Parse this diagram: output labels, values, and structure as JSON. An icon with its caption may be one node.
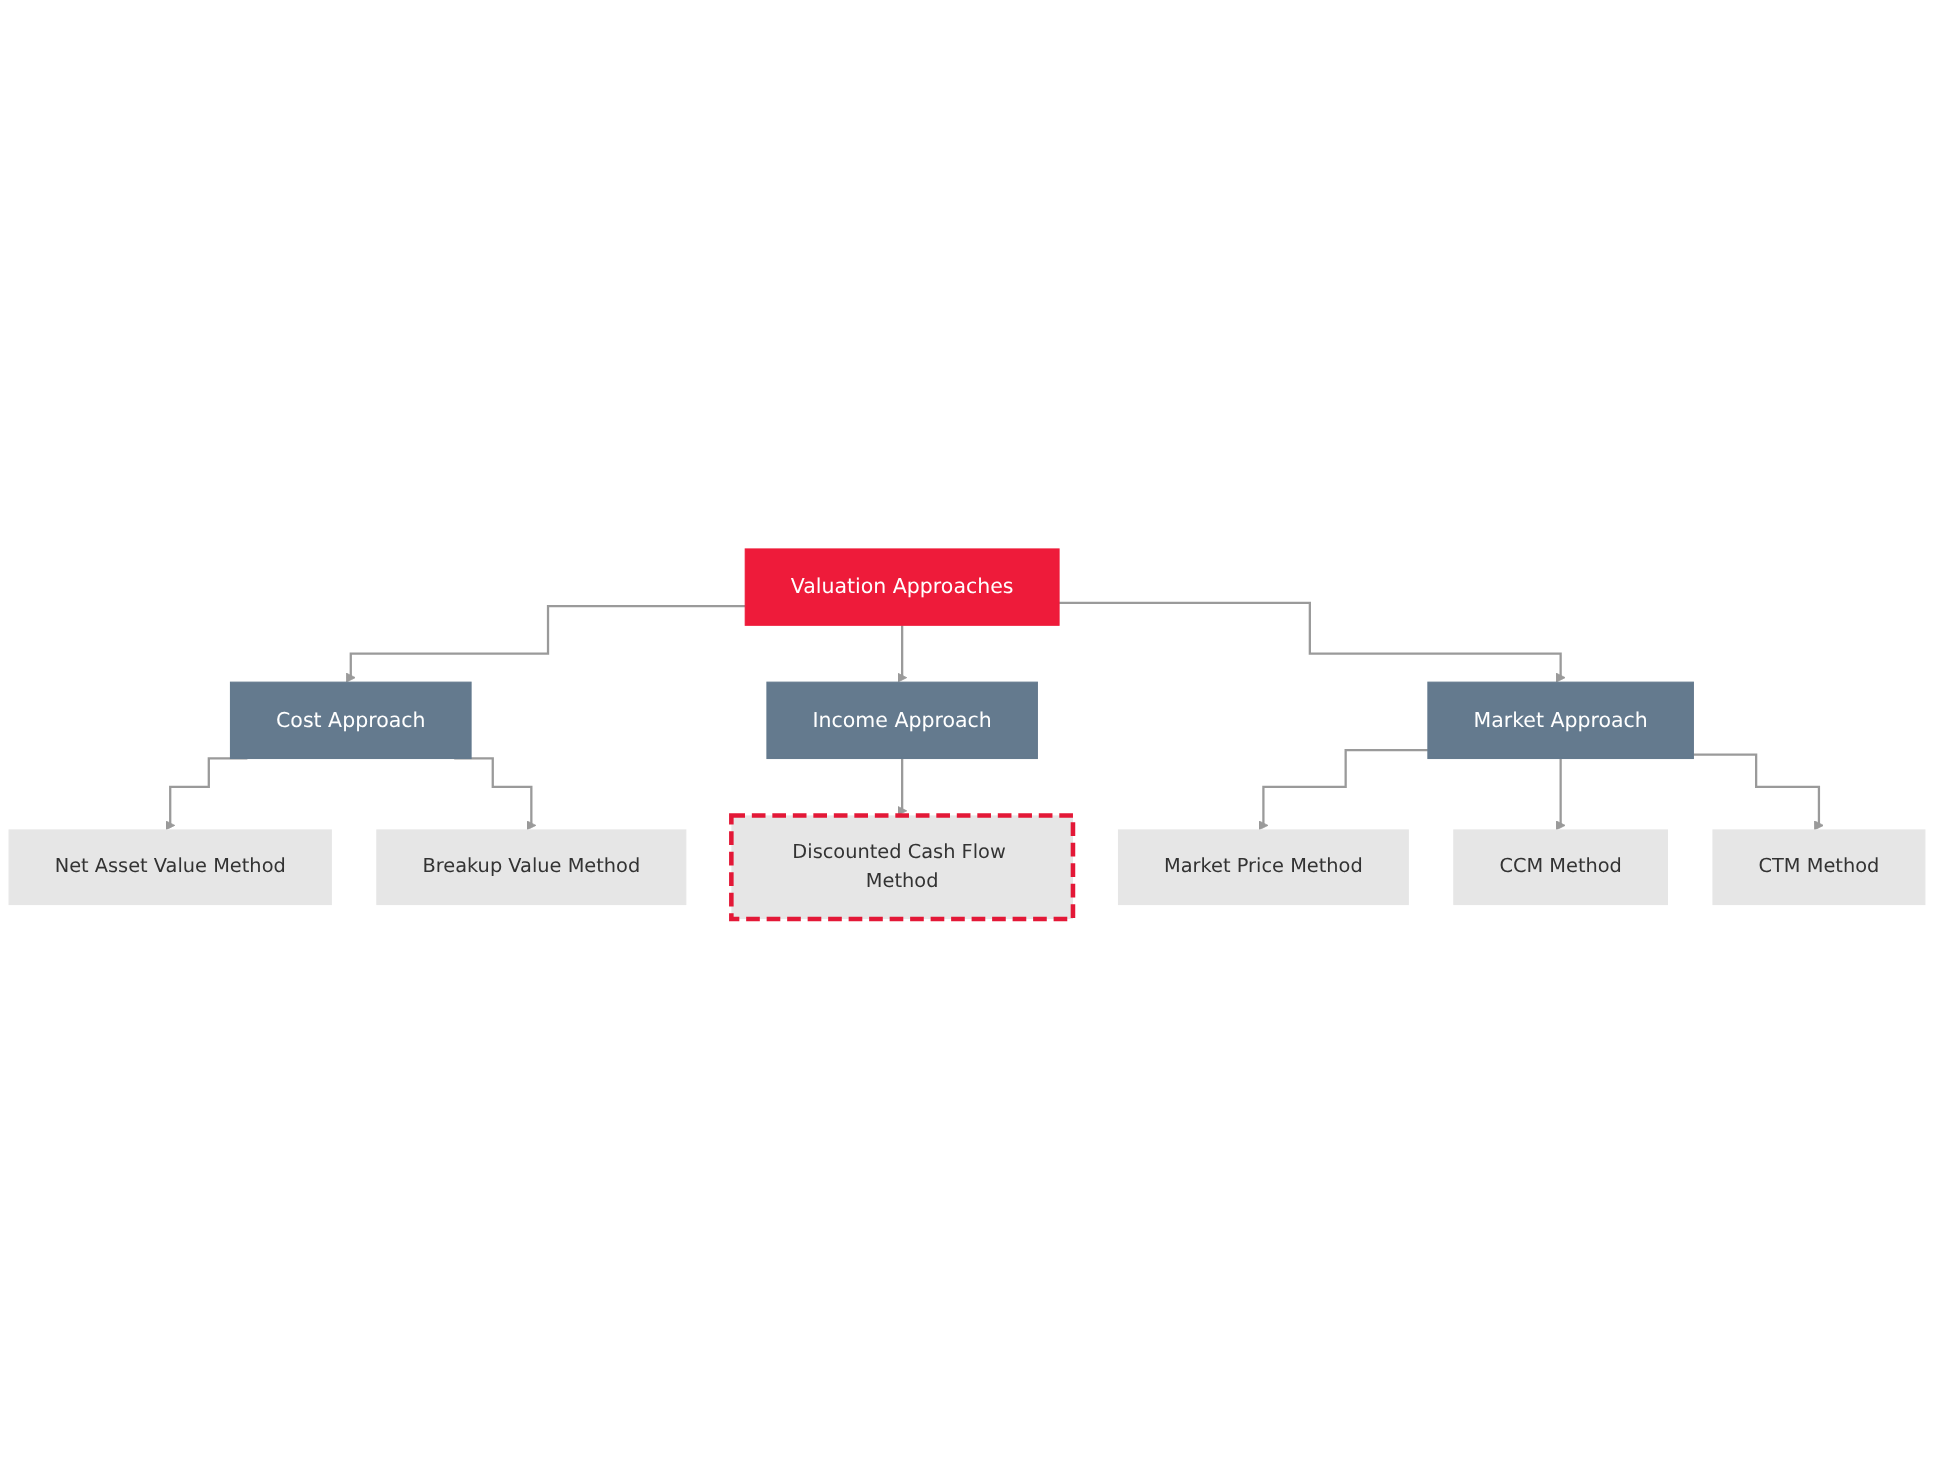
{
  "diagram": {
    "nodes": [
      {
        "text": [
          "Valuation Approaches"
        ]
      },
      {
        "text": [
          "Cost Approach"
        ]
      },
      {
        "text": [
          "Income Approach"
        ]
      },
      {
        "text": [
          "Market Approach"
        ]
      },
      {
        "text": [
          "Net Asset Value Method"
        ]
      },
      {
        "text": [
          "Discounted Cash Flow Method"
        ]
      },
      {
        "text": [
          "Market Price Method"
        ]
      },
      {
        "text": [
          "Breakup Value Method"
        ]
      },
      {
        "text": [
          "CCM Method"
        ]
      },
      {
        "text": [
          "CTM Method"
        ]
      }
    ],
    "edges": [
      {
        "from": 0,
        "to": 1,
        "arrow": "to"
      },
      {
        "from": 0,
        "to": 2,
        "arrow": "to"
      },
      {
        "from": 0,
        "to": 3,
        "arrow": "to"
      },
      {
        "from": 1,
        "to": 4,
        "arrow": "to"
      },
      {
        "from": 1,
        "to": 7,
        "arrow": "to"
      },
      {
        "from": 2,
        "to": 5,
        "arrow": "to"
      },
      {
        "from": 3,
        "to": 6,
        "arrow": "to"
      },
      {
        "from": 3,
        "to": 8,
        "arrow": "to"
      },
      {
        "from": 3,
        "to": 9,
        "arrow": "to"
      }
    ]
  }
}
